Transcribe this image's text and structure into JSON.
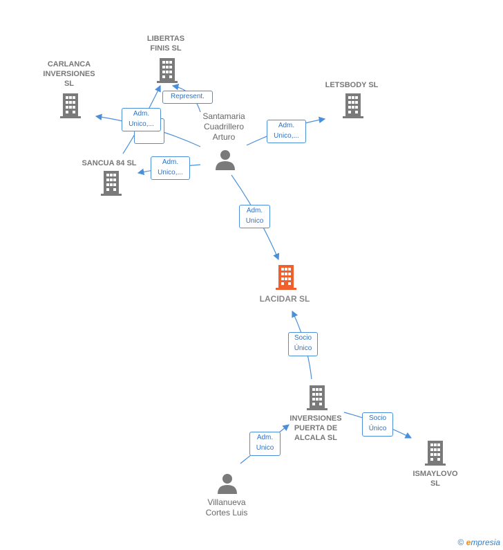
{
  "nodes": {
    "libertas": "LIBERTAS\nFINIS  SL",
    "carlanca": "CARLANCA\nINVERSIONES\nSL",
    "letsbody": "LETSBODY SL",
    "sancua": "SANCUA 84  SL",
    "lacidar": "LACIDAR  SL",
    "inversiones": "INVERSIONES\nPUERTA DE\nALCALA SL",
    "ismaylovo": "ISMAYLOVO\nSL"
  },
  "persons": {
    "santamaria": "Santamaria\nCuadrillero\nArturo",
    "villanueva": "Villanueva\nCortes Luis"
  },
  "edges": {
    "represent": "Represent.",
    "adm_carlanca": "Adm.\nUnico,...",
    "unico_libertas": "Unico",
    "adm_letsbody": "Adm.\nUnico,...",
    "adm_sancua": "Adm.\nUnico,...",
    "adm_lacidar": "Adm.\nUnico",
    "socio_lacidar": "Socio\nÚnico",
    "adm_inversiones": "Adm.\nUnico",
    "socio_ismaylovo": "Socio\nÚnico"
  },
  "colors": {
    "edge": "#4a8fd9",
    "company_icon": "#7a7a7a",
    "focus_icon": "#f0602e",
    "person_icon": "#7a7a7a"
  },
  "footer": {
    "copyright": "©",
    "brand_initial": "e",
    "brand_rest": "mpresia"
  }
}
